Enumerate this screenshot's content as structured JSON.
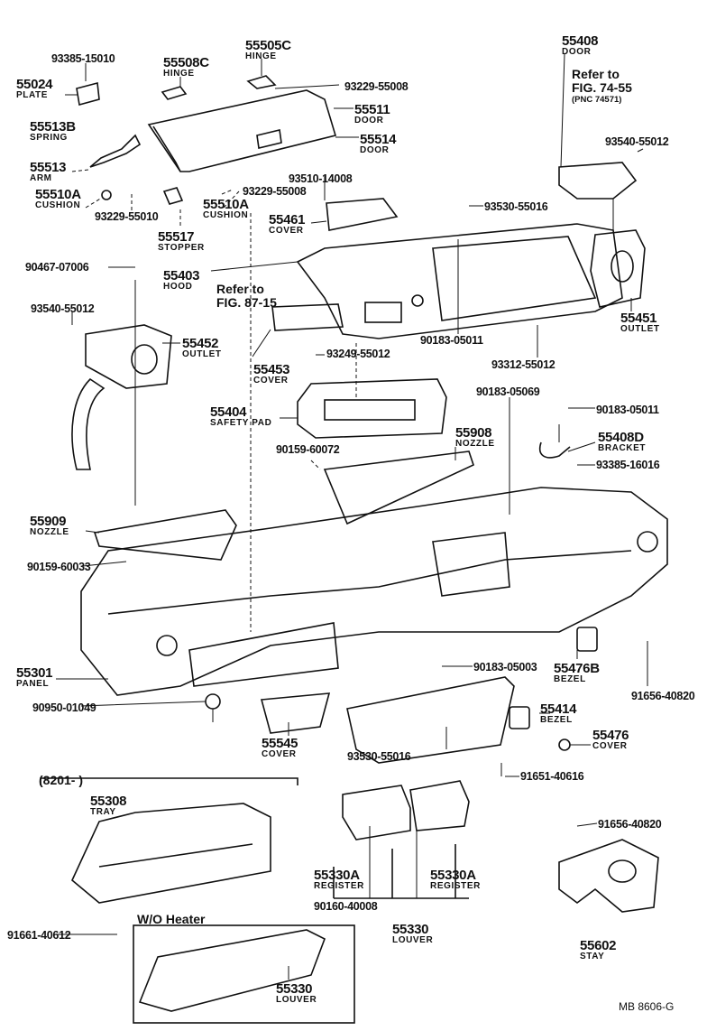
{
  "parts": [
    {
      "number": "55024",
      "name": "PLATE"
    },
    {
      "number": "55508C",
      "name": "HINGE"
    },
    {
      "number": "55505C",
      "name": "HINGE"
    },
    {
      "number": "55511",
      "name": "DOOR"
    },
    {
      "number": "55514",
      "name": "DOOR"
    },
    {
      "number": "55513B",
      "name": "SPRING"
    },
    {
      "number": "55513",
      "name": "ARM"
    },
    {
      "number": "55510A",
      "name": "CUSHION"
    },
    {
      "number": "55510A",
      "name": "CUSHION"
    },
    {
      "number": "55517",
      "name": "STOPPER"
    },
    {
      "number": "55461",
      "name": "COVER"
    },
    {
      "number": "55408",
      "name": "DOOR"
    },
    {
      "number": "55451",
      "name": "OUTLET"
    },
    {
      "number": "55403",
      "name": "HOOD"
    },
    {
      "number": "55452",
      "name": "OUTLET"
    },
    {
      "number": "55453",
      "name": "COVER"
    },
    {
      "number": "55404",
      "name": "SAFETY PAD"
    },
    {
      "number": "55408D",
      "name": "BRACKET"
    },
    {
      "number": "55908",
      "name": "NOZZLE"
    },
    {
      "number": "55909",
      "name": "NOZZLE"
    },
    {
      "number": "55301",
      "name": "PANEL"
    },
    {
      "number": "55476B",
      "name": "BEZEL"
    },
    {
      "number": "55414",
      "name": "BEZEL"
    },
    {
      "number": "55476",
      "name": "COVER"
    },
    {
      "number": "55545",
      "name": "COVER"
    },
    {
      "number": "55308",
      "name": "TRAY"
    },
    {
      "number": "55330A",
      "name": "REGISTER"
    },
    {
      "number": "55330A",
      "name": "REGISTER"
    },
    {
      "number": "55330",
      "name": "LOUVER"
    },
    {
      "number": "55602",
      "name": "STAY"
    },
    {
      "number": "55330",
      "name": "LOUVER"
    }
  ],
  "fasteners": [
    "93385-15010",
    "93229-55008",
    "93229-55010",
    "93229-55008",
    "93510-14008",
    "93530-55016",
    "93540-55012",
    "90467-07006",
    "93540-55012",
    "93249-55012",
    "90183-05011",
    "93312-55012",
    "90183-05069",
    "90183-05011",
    "93385-16016",
    "90159-60072",
    "90159-60033",
    "90183-05003",
    "91656-40820",
    "90950-01049",
    "93530-55016",
    "91651-40616",
    "91656-40820",
    "90160-40008",
    "91661-40612"
  ],
  "references": [
    {
      "line1": "Refer to",
      "line2": "FIG. 74-55",
      "line3": "(PNC 74571)"
    },
    {
      "line1": "Refer to",
      "line2": "FIG. 87-15"
    }
  ],
  "notes": {
    "date_range": "(8201-        )",
    "variant": "W/O Heater"
  },
  "code": "MB  8606-G"
}
